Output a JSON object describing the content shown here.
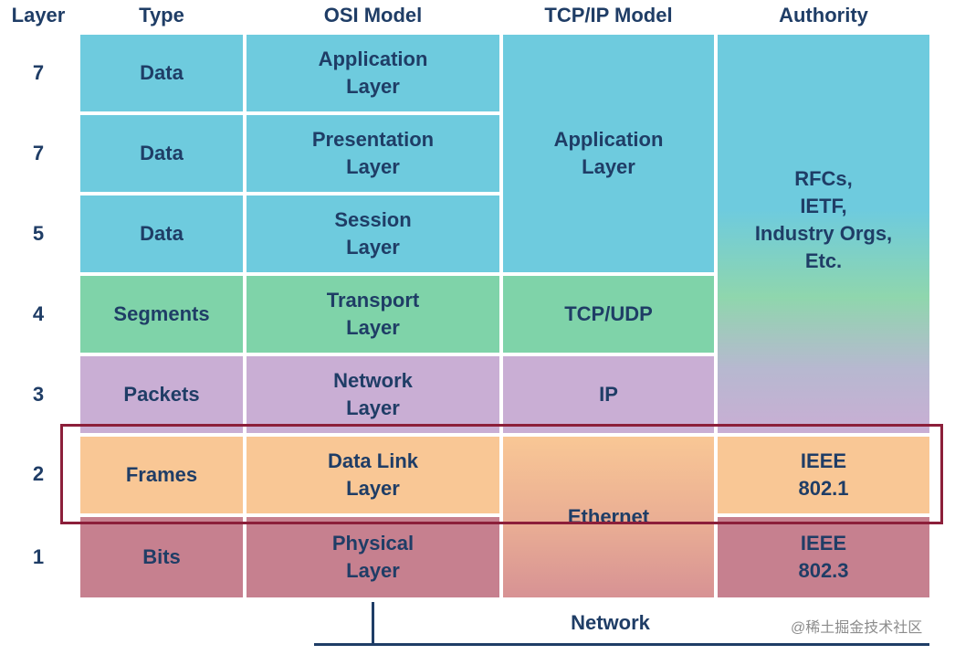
{
  "headers": {
    "layer": "Layer",
    "type": "Type",
    "osi": "OSI Model",
    "tcpip": "TCP/IP Model",
    "authority": "Authority"
  },
  "rows": [
    {
      "layer": "7",
      "type": "Data",
      "osi": "Application\nLayer"
    },
    {
      "layer": "7",
      "type": "Data",
      "osi": "Presentation\nLayer"
    },
    {
      "layer": "5",
      "type": "Data",
      "osi": "Session\nLayer"
    },
    {
      "layer": "4",
      "type": "Segments",
      "osi": "Transport\nLayer"
    },
    {
      "layer": "3",
      "type": "Packets",
      "osi": "Network\nLayer"
    },
    {
      "layer": "2",
      "type": "Frames",
      "osi": "Data Link\nLayer"
    },
    {
      "layer": "1",
      "type": "Bits",
      "osi": "Physical\nLayer"
    }
  ],
  "tcpip": {
    "application": "Application\nLayer",
    "transport": "TCP/UDP",
    "internet": "IP",
    "link": "Ethernet"
  },
  "authority": {
    "upper": "RFCs,\nIETF,\nIndustry Orgs,\nEtc.",
    "datalink": "IEEE\n802.1",
    "physical": "IEEE\n802.3"
  },
  "footer": {
    "network_label": "Network"
  },
  "watermark": "@稀土掘金技术社区",
  "colors": {
    "data_blue": "#6ecbde",
    "segments_green": "#7fd3a9",
    "packets_purple": "#c9aed4",
    "frames_orange": "#f9c795",
    "bits_rose": "#c6808f",
    "highlight": "#8c1f3a",
    "text": "#1f3d66"
  }
}
